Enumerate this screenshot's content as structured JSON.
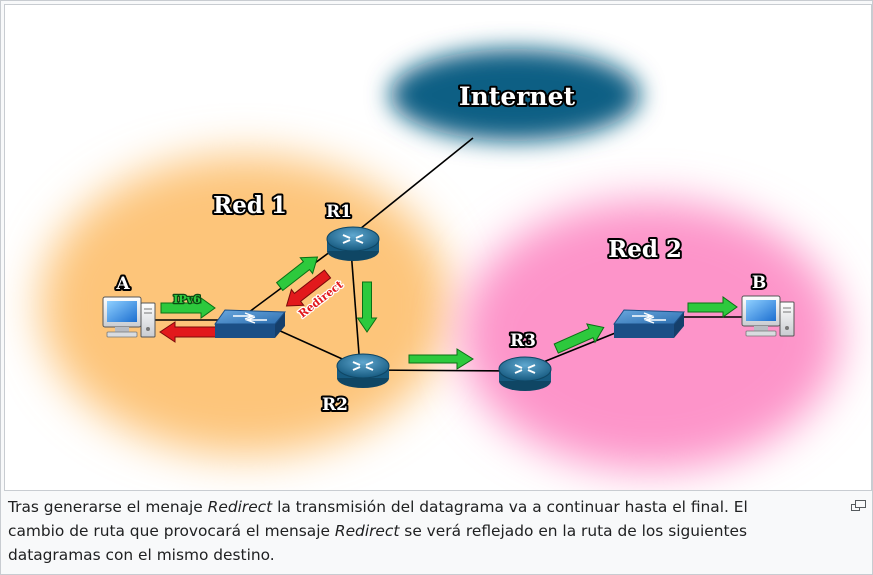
{
  "diagram": {
    "clouds": {
      "internet": "Internet",
      "red1": "Red 1",
      "red2": "Red 2"
    },
    "nodes": {
      "host_a": "A",
      "host_b": "B",
      "router_r1": "R1",
      "router_r2": "R2",
      "router_r3": "R3"
    },
    "arrow_labels": {
      "ipv6": "IPv6",
      "redirect": "Redirect"
    },
    "colors": {
      "internet_cloud": "#0f5f84",
      "red1_cloud": "#fdc57a",
      "red2_cloud": "#fd94c9",
      "forward_arrow": "#2dc93d",
      "redirect_arrow": "#e2191c",
      "router": "#1f6d94",
      "switch": "#3f84c5"
    }
  },
  "caption": {
    "part1": "Tras generarse el menaje ",
    "em1": "Redirect",
    "part2": " la transmisión del datagrama va a continuar hasta el final. El cambio de ruta que provocará el mensaje ",
    "em2": "Redirect",
    "part3": " se verá reflejado en la ruta de los siguientes datagramas con el mismo destino."
  },
  "enlarge_icon": "enlarge-icon"
}
